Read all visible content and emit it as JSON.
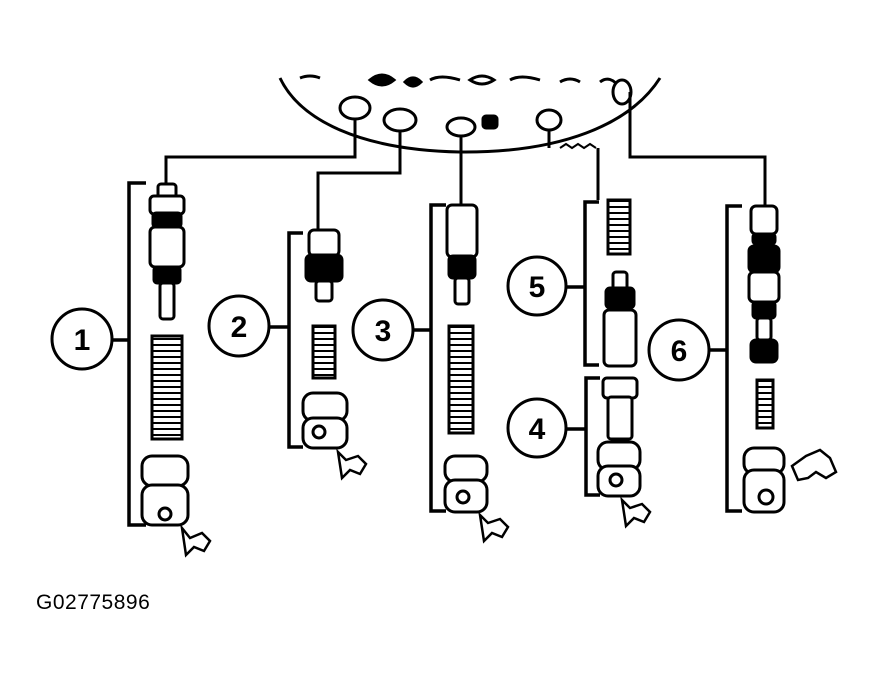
{
  "diagram": {
    "callouts": [
      {
        "id": 1,
        "label": "1"
      },
      {
        "id": 2,
        "label": "2"
      },
      {
        "id": 3,
        "label": "3"
      },
      {
        "id": 4,
        "label": "4"
      },
      {
        "id": 5,
        "label": "5"
      },
      {
        "id": 6,
        "label": "6"
      }
    ],
    "figure_id": "G02775896"
  }
}
